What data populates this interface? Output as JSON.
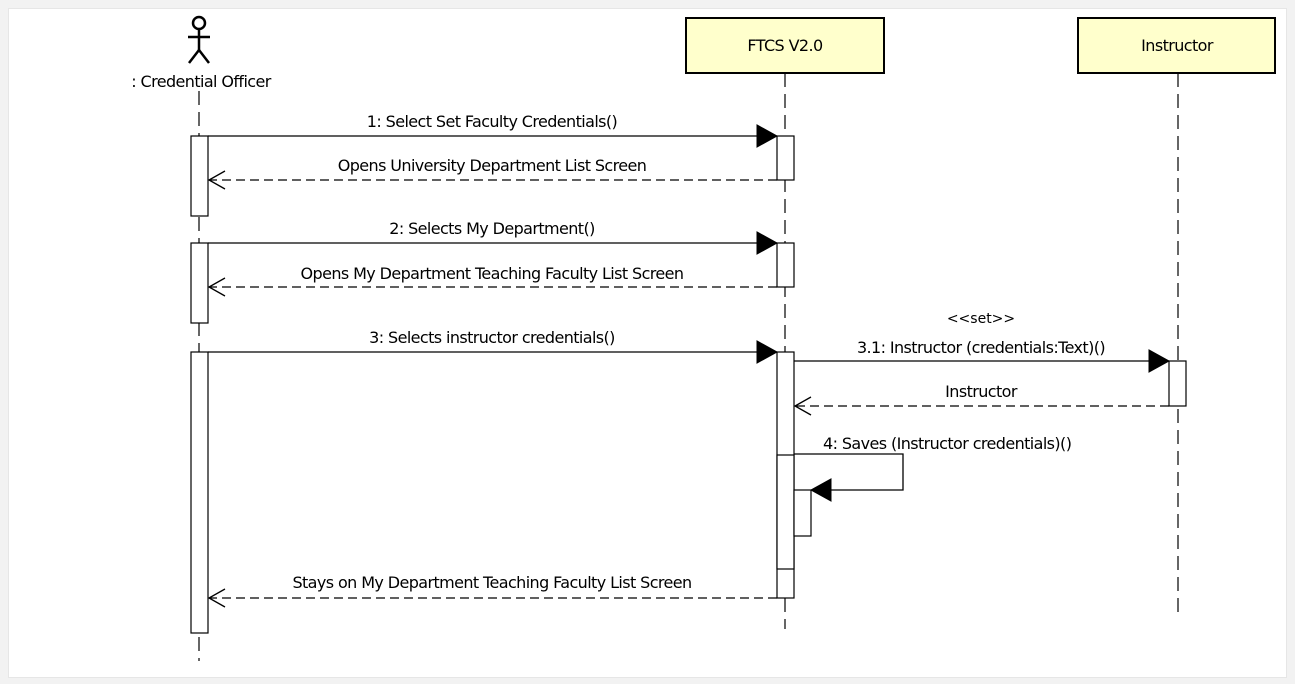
{
  "participants": {
    "officer": ": Credential Officer",
    "system": "FTCS V2.0",
    "instructor": "Instructor"
  },
  "messages": {
    "m1": "1: Select Set Faculty Credentials()",
    "r1": "Opens University Department List Screen",
    "m2": "2: Selects My Department()",
    "r2": "Opens My Department Teaching Faculty List Screen",
    "m3": "3: Selects instructor credentials()",
    "stereotype": "<<set>>",
    "m31": "3.1: Instructor (credentials:Text)()",
    "r31": "Instructor",
    "m4": "4: Saves (Instructor credentials)()",
    "r3": "Stays on My Department Teaching Faculty List Screen"
  }
}
